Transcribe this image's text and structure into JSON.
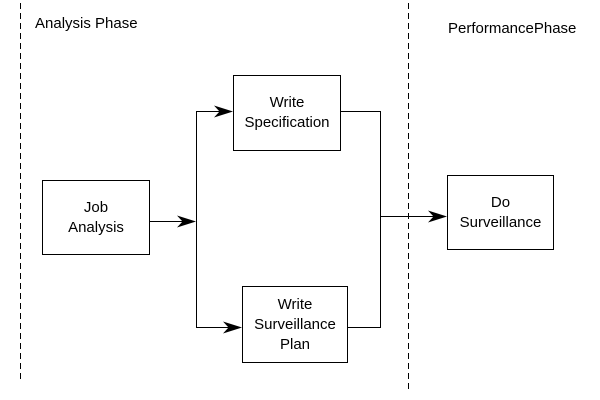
{
  "diagram": {
    "background_color": "#ffffff",
    "line_color": "#000000",
    "phases": [
      {
        "id": "analysis-phase",
        "label": "Analysis Phase"
      },
      {
        "id": "performance-phase",
        "label": "PerformancePhase"
      }
    ],
    "nodes": [
      {
        "id": "job-analysis",
        "label": "Job\nAnalysis",
        "phase": "analysis-phase"
      },
      {
        "id": "write-specification",
        "label": "Write\nSpecification",
        "phase": "analysis-phase"
      },
      {
        "id": "write-surveillance-plan",
        "label": "Write\nSurveillance\nPlan",
        "phase": "analysis-phase"
      },
      {
        "id": "do-surveillance",
        "label": "Do\nSurveillance",
        "phase": "performance-phase"
      }
    ],
    "edges": [
      {
        "from": "job-analysis",
        "to": "write-specification"
      },
      {
        "from": "job-analysis",
        "to": "write-surveillance-plan"
      },
      {
        "from": "write-specification",
        "to": "do-surveillance"
      },
      {
        "from": "write-surveillance-plan",
        "to": "do-surveillance"
      }
    ]
  }
}
